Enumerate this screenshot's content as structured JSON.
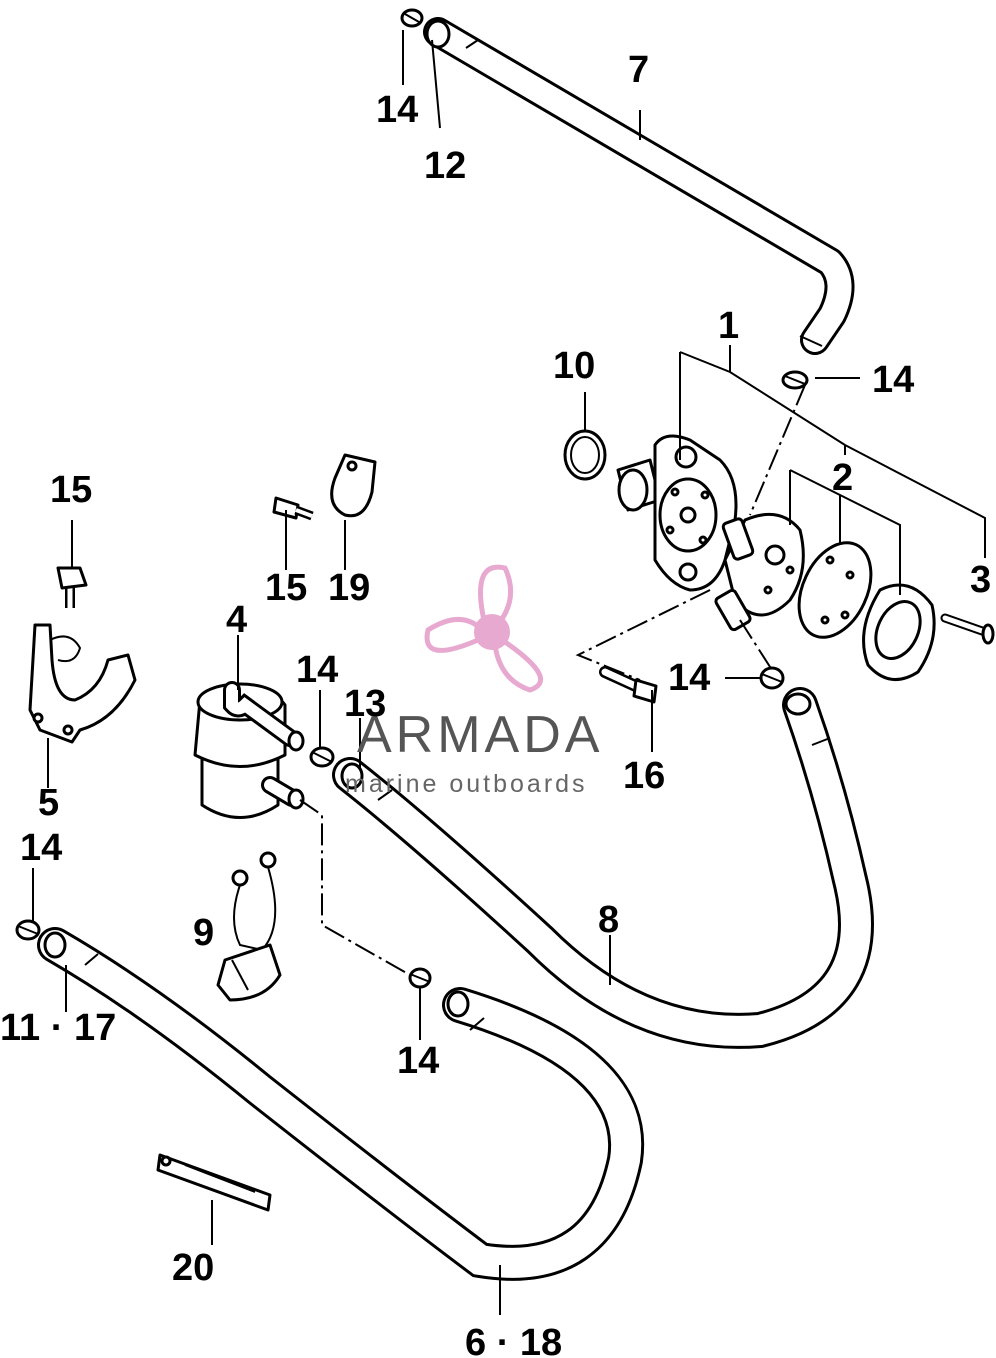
{
  "diagram": {
    "callouts": [
      {
        "id": "c1",
        "text": "1"
      },
      {
        "id": "c2",
        "text": "2"
      },
      {
        "id": "c3",
        "text": "3"
      },
      {
        "id": "c4",
        "text": "4"
      },
      {
        "id": "c5",
        "text": "5"
      },
      {
        "id": "c6",
        "text": "6 · 18"
      },
      {
        "id": "c7",
        "text": "7"
      },
      {
        "id": "c8",
        "text": "8"
      },
      {
        "id": "c9",
        "text": "9"
      },
      {
        "id": "c10",
        "text": "10"
      },
      {
        "id": "c11",
        "text": "11 · 17"
      },
      {
        "id": "c12",
        "text": "12"
      },
      {
        "id": "c13",
        "text": "13"
      },
      {
        "id": "c14a",
        "text": "14"
      },
      {
        "id": "c14b",
        "text": "14"
      },
      {
        "id": "c14c",
        "text": "14"
      },
      {
        "id": "c14d",
        "text": "14"
      },
      {
        "id": "c14e",
        "text": "14"
      },
      {
        "id": "c14f",
        "text": "14"
      },
      {
        "id": "c15a",
        "text": "15"
      },
      {
        "id": "c15b",
        "text": "15"
      },
      {
        "id": "c16",
        "text": "16"
      },
      {
        "id": "c19",
        "text": "19"
      },
      {
        "id": "c20",
        "text": "20"
      }
    ]
  },
  "watermark": {
    "brand": "ARMADA",
    "tagline": "marine outboards",
    "logo_icon": "propeller-icon",
    "logo_color": "#e7a9cf",
    "text_color": "#555555"
  }
}
